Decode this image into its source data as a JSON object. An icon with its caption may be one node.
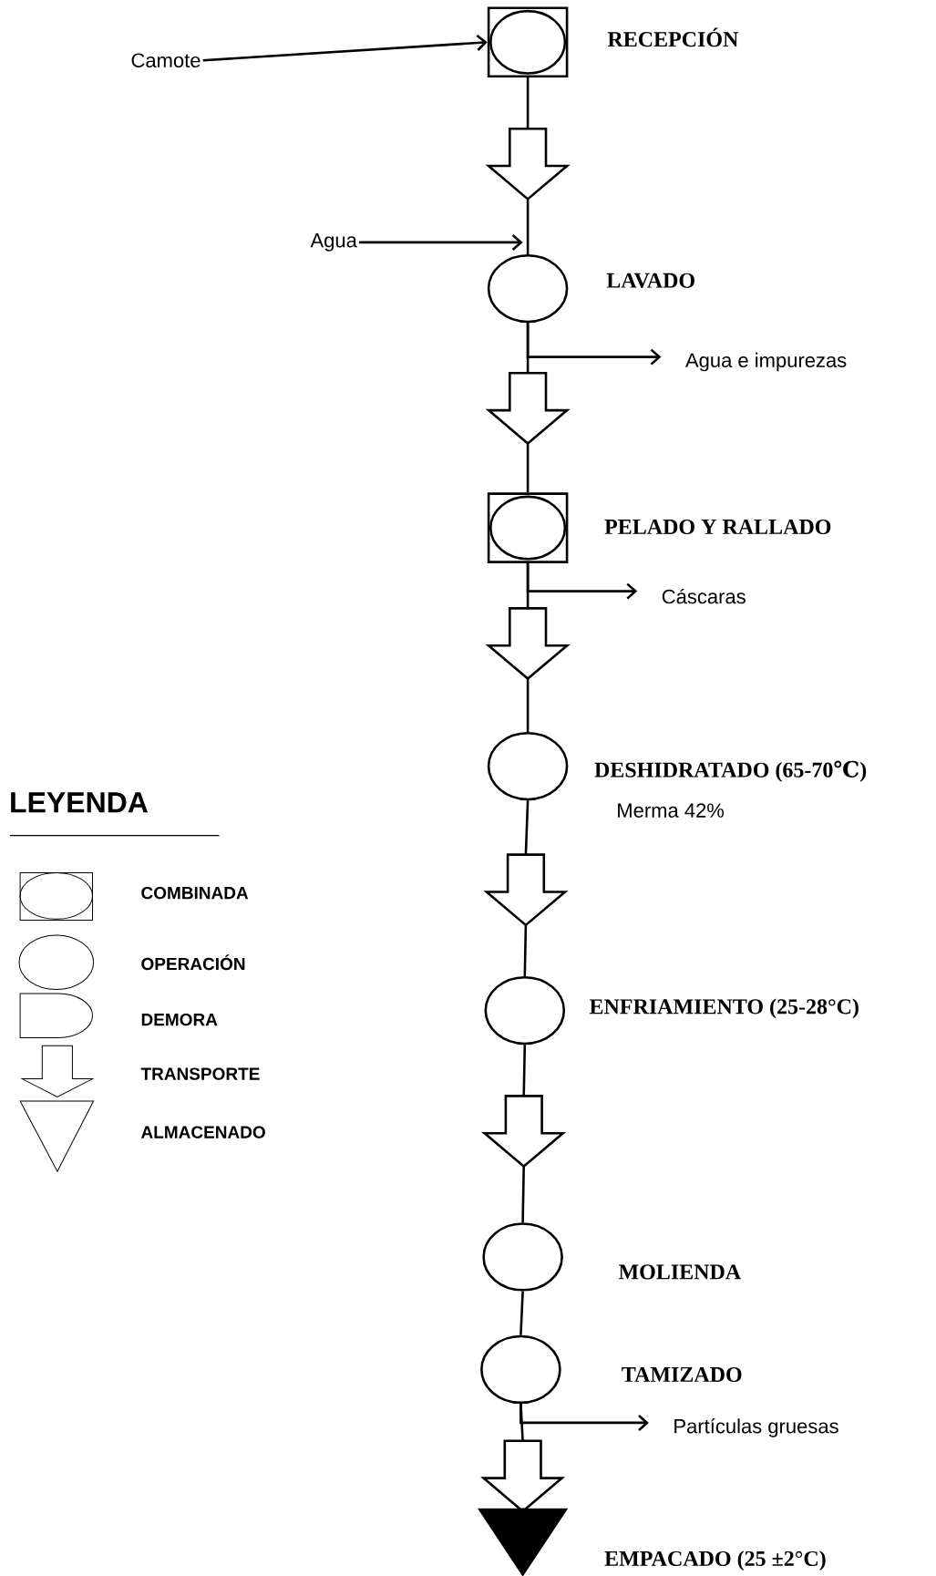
{
  "diagram": {
    "nodes": [
      {
        "text": [
          "Camote"
        ]
      },
      {
        "text": [],
        "shape": "box",
        "beside": [
          "RECEPCIÓN"
        ]
      },
      {
        "text": [
          "Agua"
        ]
      },
      {
        "text": [],
        "shape": "circle",
        "beside": [
          "LAVADO"
        ]
      },
      {
        "text": [
          "Agua e impurezas"
        ]
      },
      {
        "text": [],
        "shape": "box",
        "beside": [
          "PELADO Y RALLADO"
        ]
      },
      {
        "text": [
          "Cáscaras"
        ]
      },
      {
        "text": [],
        "shape": "circle",
        "beside": [
          "DESHIDRATADO  (65-70℃)",
          "Merma 42%"
        ]
      },
      {
        "text": [],
        "shape": "circle",
        "beside": [
          "ENFRIAMIENTO (25-28°C)"
        ]
      },
      {
        "text": [],
        "shape": "circle",
        "beside": [
          "MOLIENDA"
        ]
      },
      {
        "text": [],
        "shape": "circle"
      },
      {
        "text": [
          "Partículas gruesas"
        ]
      },
      {
        "text": [],
        "shape": "triangle",
        "beside": [
          "EMPACADO (25 ±2°C)"
        ]
      }
    ],
    "edges": [
      {
        "from": 0,
        "to": 1,
        "arrow": "to"
      },
      {
        "from": 1,
        "to": 3,
        "arrow": "none"
      },
      {
        "from": 2,
        "to": 3,
        "arrow": "to"
      },
      {
        "from": 3,
        "to": 4,
        "arrow": "to"
      },
      {
        "from": 3,
        "to": 5,
        "arrow": "none"
      },
      {
        "from": 5,
        "to": 6,
        "arrow": "to"
      },
      {
        "from": 5,
        "to": 7,
        "arrow": "none"
      },
      {
        "from": 7,
        "to": 8,
        "arrow": "none"
      },
      {
        "from": 8,
        "to": 9,
        "arrow": "none"
      },
      {
        "from": 9,
        "to": 10,
        "arrow": "none"
      },
      {
        "from": 10,
        "to": 11,
        "arrow": "to"
      },
      {
        "from": 10,
        "to": 12,
        "arrow": "none"
      }
    ],
    "labels": [
      "LEYENDA",
      "TAMIZADO"
    ],
    "legend": [
      {
        "text": "COMBINADA"
      },
      {
        "text": "OPERACIÓN"
      },
      {
        "text": "DEMORA"
      },
      {
        "text": "TRANSPORTE"
      },
      {
        "text": "ALMACENADO"
      }
    ]
  }
}
